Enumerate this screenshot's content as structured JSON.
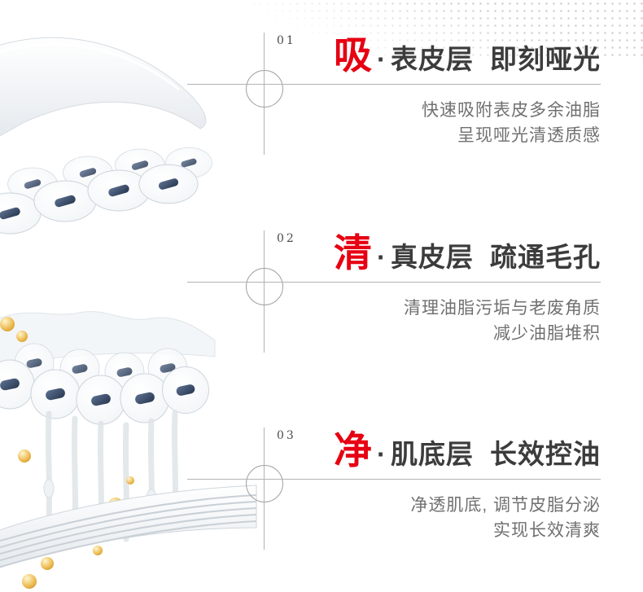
{
  "colors": {
    "accent_red": "#e60012",
    "title_text": "#3c3c3c",
    "desc_text": "#707070",
    "rule_line": "#b3b3b3",
    "gold_bead": "#e2aa3c",
    "cell_nucleus": "#31415c"
  },
  "icons": {
    "dots": "halftone-dots-pattern",
    "illustration": "skin-layers-3d"
  },
  "sections": [
    {
      "num": "01",
      "keyword": "吸",
      "sep": "·",
      "layer": "表皮层",
      "effect": "即刻哑光",
      "desc": [
        "快速吸附表皮多余油脂",
        "呈现哑光清透质感"
      ]
    },
    {
      "num": "02",
      "keyword": "清",
      "sep": "·",
      "layer": "真皮层",
      "effect": "疏通毛孔",
      "desc": [
        "清理油脂污垢与老废角质",
        "减少油脂堆积"
      ]
    },
    {
      "num": "03",
      "keyword": "净",
      "sep": "·",
      "layer": "肌底层",
      "effect": "长效控油",
      "desc": [
        "净透肌底, 调节皮脂分泌",
        "实现长效清爽"
      ]
    }
  ]
}
